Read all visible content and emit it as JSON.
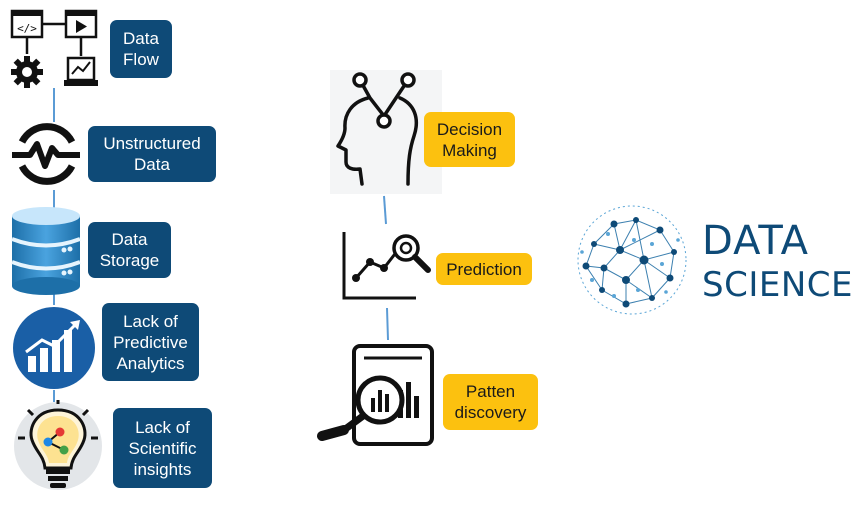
{
  "left_column": {
    "items": [
      {
        "lines": [
          "Data",
          "Flow"
        ],
        "icon": "data-flow-icon"
      },
      {
        "lines": [
          "Unstructured",
          "Data"
        ],
        "icon": "signal-ring-icon"
      },
      {
        "lines": [
          "Data",
          "Storage"
        ],
        "icon": "database-icon"
      },
      {
        "lines": [
          "Lack of",
          "Predictive",
          "Analytics"
        ],
        "icon": "bar-chart-growth-icon"
      },
      {
        "lines": [
          "Lack of",
          "Scientific",
          "insights"
        ],
        "icon": "lightbulb-icon"
      }
    ]
  },
  "middle_column": {
    "items": [
      {
        "lines": [
          "Decision",
          "Making"
        ],
        "icon": "head-network-icon"
      },
      {
        "lines": [
          "Prediction"
        ],
        "icon": "chart-magnifier-icon"
      },
      {
        "lines": [
          "Patten",
          "discovery"
        ],
        "icon": "document-magnifier-icon"
      }
    ]
  },
  "logo": {
    "line1": "DATA",
    "line2": "SCIENCE",
    "icon": "network-sphere-icon"
  },
  "colors": {
    "dark_blue": "#0e4a77",
    "yellow": "#fcc10f",
    "connector": "#5b9bd5"
  }
}
